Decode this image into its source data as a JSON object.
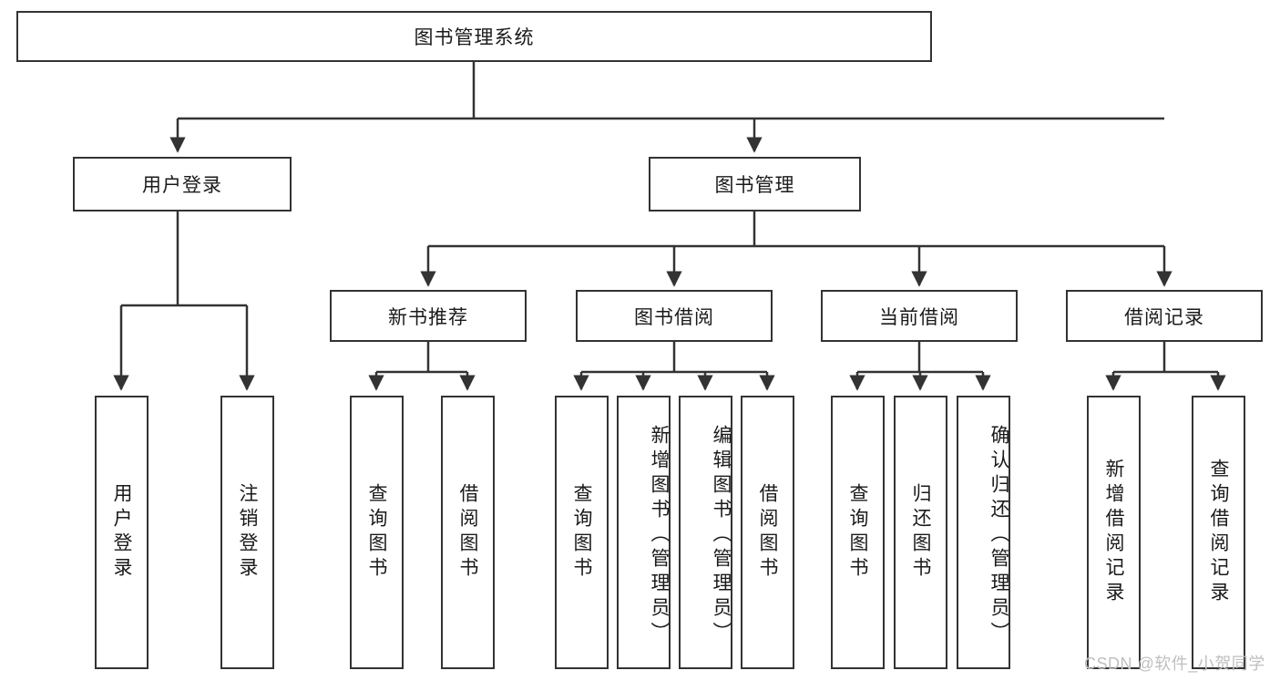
{
  "diagram": {
    "title": "图书管理系统",
    "type": "hierarchy-tree",
    "orientation": "top-down",
    "colors": {
      "box_border": "#333333",
      "box_fill": "#ffffff",
      "edge": "#333333",
      "text": "#1a1a1a",
      "watermark": "#bfbfbf"
    },
    "nodes": {
      "root": {
        "label": "图书管理系统",
        "level": 1,
        "orientation": "horizontal"
      },
      "l2": [
        {
          "id": "user-login",
          "label": "用户登录",
          "level": 2,
          "orientation": "horizontal"
        },
        {
          "id": "book-manage",
          "label": "图书管理",
          "level": 2,
          "orientation": "horizontal"
        }
      ],
      "l3": [
        {
          "id": "new-book-recommend",
          "label": "新书推荐",
          "level": 3,
          "orientation": "horizontal"
        },
        {
          "id": "book-borrow",
          "label": "图书借阅",
          "level": 3,
          "orientation": "horizontal"
        },
        {
          "id": "current-borrow",
          "label": "当前借阅",
          "level": 3,
          "orientation": "horizontal"
        },
        {
          "id": "borrow-record",
          "label": "借阅记录",
          "level": 3,
          "orientation": "horizontal"
        }
      ],
      "leaves": [
        {
          "id": "leaf-user-login",
          "label": "用户登录",
          "parent": "user-login",
          "orientation": "vertical"
        },
        {
          "id": "leaf-logout-login",
          "label": "注销登录",
          "parent": "user-login",
          "orientation": "vertical"
        },
        {
          "id": "leaf-query-book-1",
          "label": "查询图书",
          "parent": "new-book-recommend",
          "orientation": "vertical"
        },
        {
          "id": "leaf-borrow-book-1",
          "label": "借阅图书",
          "parent": "new-book-recommend",
          "orientation": "vertical"
        },
        {
          "id": "leaf-query-book-2",
          "label": "查询图书",
          "parent": "book-borrow",
          "orientation": "vertical"
        },
        {
          "id": "leaf-add-book",
          "label": "新增图书（管理员）",
          "parent": "book-borrow",
          "orientation": "vertical"
        },
        {
          "id": "leaf-edit-book",
          "label": "编辑图书（管理员）",
          "parent": "book-borrow",
          "orientation": "vertical"
        },
        {
          "id": "leaf-borrow-book-2",
          "label": "借阅图书",
          "parent": "book-borrow",
          "orientation": "vertical"
        },
        {
          "id": "leaf-query-book-3",
          "label": "查询图书",
          "parent": "current-borrow",
          "orientation": "vertical"
        },
        {
          "id": "leaf-return-book",
          "label": "归还图书",
          "parent": "current-borrow",
          "orientation": "vertical"
        },
        {
          "id": "leaf-confirm-return",
          "label": "确认归还（管理员）",
          "parent": "current-borrow",
          "orientation": "vertical"
        },
        {
          "id": "leaf-add-record",
          "label": "新增借阅记录",
          "parent": "borrow-record",
          "orientation": "vertical"
        },
        {
          "id": "leaf-query-record",
          "label": "查询借阅记录",
          "parent": "borrow-record",
          "orientation": "vertical"
        }
      ]
    },
    "watermark": "CSDN @软件_小贺同学"
  }
}
